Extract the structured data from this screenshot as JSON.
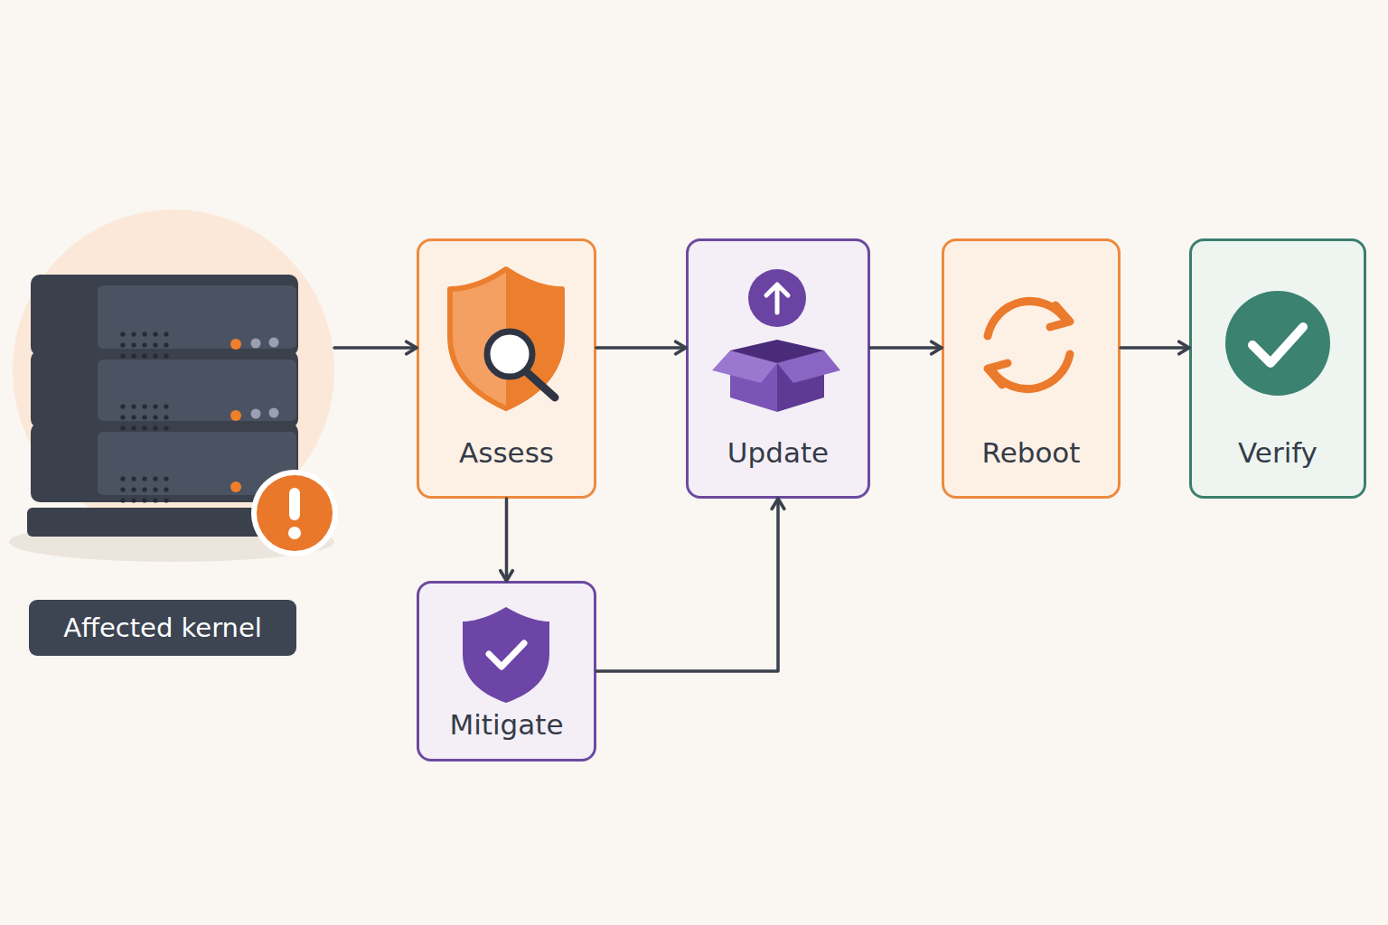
{
  "diagram": {
    "nodes": [
      {
        "text": [
          "Affected kernel"
        ]
      },
      {
        "text": [
          "Assess"
        ]
      },
      {
        "text": [
          "Update"
        ]
      },
      {
        "text": [
          "Reboot"
        ]
      },
      {
        "text": [
          "Verify"
        ]
      },
      {
        "text": [
          "Mitigate"
        ]
      }
    ],
    "edges": [
      {
        "from": 0,
        "to": 1,
        "arrow": "to"
      },
      {
        "from": 1,
        "to": 2,
        "arrow": "to"
      },
      {
        "from": 2,
        "to": 3,
        "arrow": "to"
      },
      {
        "from": 3,
        "to": 4,
        "arrow": "to"
      },
      {
        "from": 1,
        "to": 5,
        "arrow": "to"
      },
      {
        "from": 5,
        "to": 2,
        "arrow": "to"
      }
    ]
  }
}
